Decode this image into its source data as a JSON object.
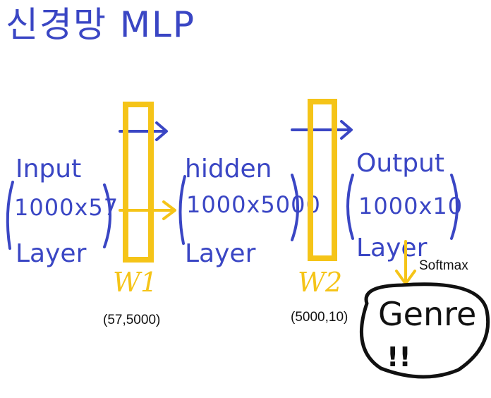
{
  "title": "신경망 MLP",
  "layers": {
    "input": {
      "label_line1": "Input",
      "label_line2": "Layer",
      "dims": "1000x57"
    },
    "hidden": {
      "label_line1": "hidden",
      "label_line2": "Layer",
      "dims": "1000x5000"
    },
    "output": {
      "label_line1": "Output",
      "label_line2": "Layer",
      "dims": "1000x10"
    }
  },
  "weights": {
    "w1": {
      "label": "W1",
      "shape": "(57,5000)"
    },
    "w2": {
      "label": "W2",
      "shape": "(5000,10)"
    }
  },
  "activation": "Softmax",
  "result": {
    "label": "Genre",
    "exclaim": "!!"
  },
  "colors": {
    "ink_blue": "#3a46c4",
    "weight_yellow": "#f5c418",
    "ink_black": "#111111"
  }
}
